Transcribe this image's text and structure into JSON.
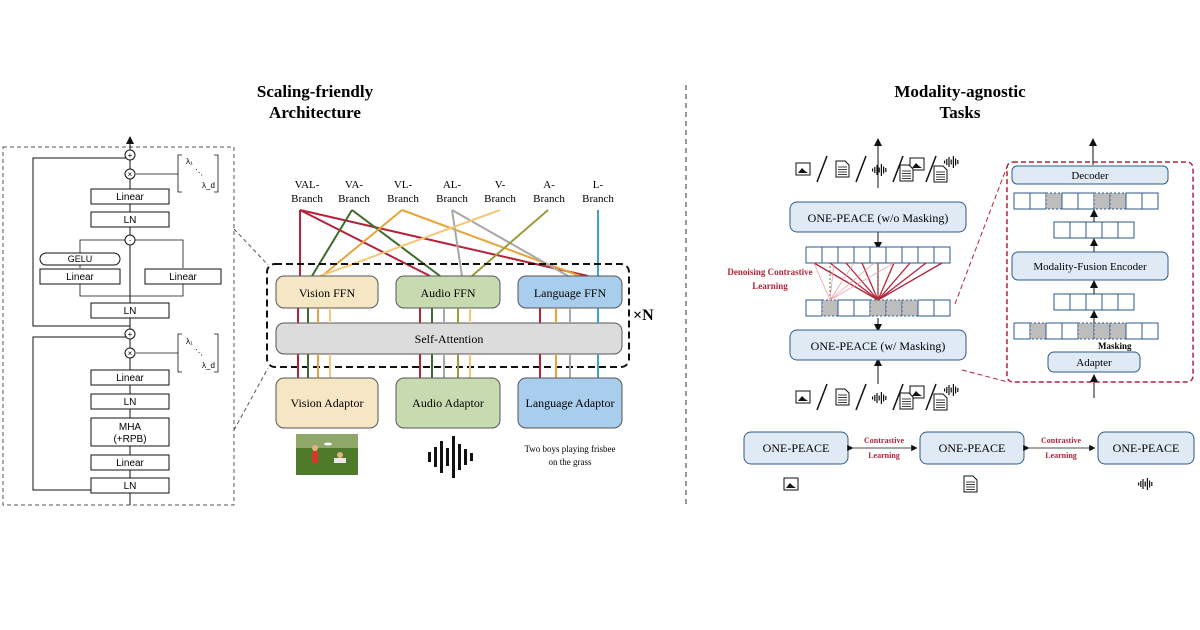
{
  "left": {
    "title_line1": "Scaling-friendly",
    "title_line2": "Architecture",
    "layer_detail": {
      "upper_blocks": [
        "Linear",
        "LN",
        "Linear",
        "Linear",
        "LN"
      ],
      "gelu": "GELU",
      "lambda_1": "λ₁",
      "lambda_d": "λ_d",
      "lower_blocks": [
        "Linear",
        "LN",
        "MHA",
        "(+RPB)",
        "Linear",
        "LN"
      ],
      "op_plus": "+",
      "op_times": "×",
      "op_dot": "·"
    },
    "branches": [
      {
        "l1": "VAL-",
        "l2": "Branch"
      },
      {
        "l1": "VA-",
        "l2": "Branch"
      },
      {
        "l1": "VL-",
        "l2": "Branch"
      },
      {
        "l1": "AL-",
        "l2": "Branch"
      },
      {
        "l1": "V-",
        "l2": "Branch"
      },
      {
        "l1": "A-",
        "l2": "Branch"
      },
      {
        "l1": "L-",
        "l2": "Branch"
      }
    ],
    "ffn": [
      "Vision FFN",
      "Audio FFN",
      "Language FFN"
    ],
    "self_attention": "Self-Attention",
    "repeat": "×N",
    "adaptors": [
      "Vision Adaptor",
      "Audio Adaptor",
      "Language Adaptor"
    ],
    "caption_line1": "Two boys playing frisbee",
    "caption_line2": "on the grass",
    "colors": {
      "vision": "#f5e6c4",
      "audio": "#c8dbb0",
      "language": "#a9cdec",
      "attention": "#dcdcdc",
      "red": "#b3243b",
      "green": "#3f6b2a",
      "orange": "#e8a33a",
      "lightorange": "#f4c87a",
      "gray": "#a8a8a8",
      "olive": "#9c9a3a",
      "blue": "#3d9fd8"
    }
  },
  "right": {
    "title_line1": "Modality-agnostic",
    "title_line2": "Tasks",
    "masked_top": "ONE-PEACE (w/o Masking)",
    "masked_bottom": "ONE-PEACE (w/ Masking)",
    "dcl_line1": "Denoising Contrastive",
    "dcl_line2": "Learning",
    "decoder": "Decoder",
    "fusion": "Modality-Fusion Encoder",
    "masking": "Masking",
    "adapter": "Adapter",
    "onepeace": [
      "ONE-PEACE",
      "ONE-PEACE",
      "ONE-PEACE"
    ],
    "cl_line1": "Contrastive",
    "cl_line2": "Learning",
    "colors": {
      "box": "#dfeaf5",
      "cell": "#2c5a8a",
      "masked": "#bdbdbd",
      "dashed_red": "#b3243b",
      "dcl": "#b3243b"
    }
  }
}
